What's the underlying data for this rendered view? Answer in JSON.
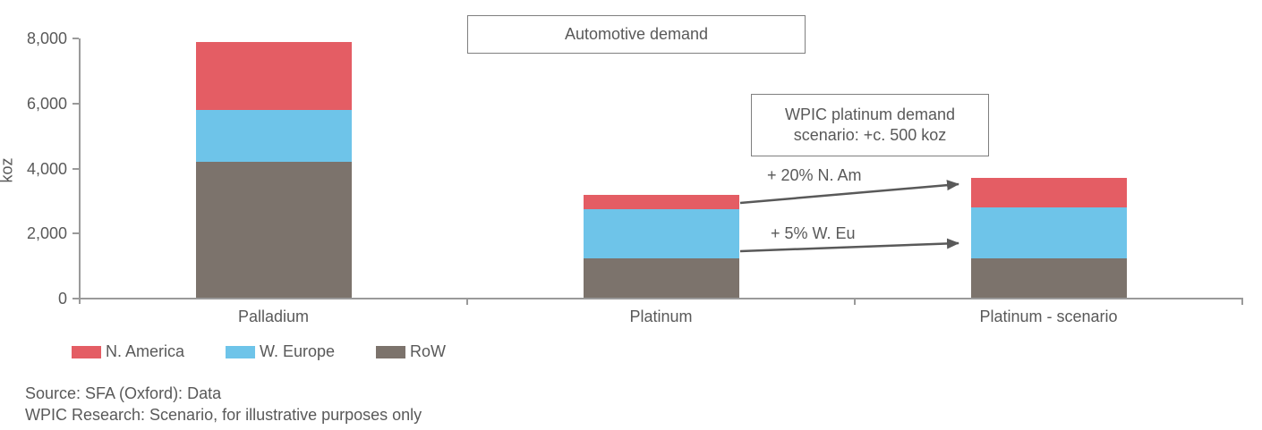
{
  "title_box": "Automotive demand",
  "ylabel": "koz",
  "callout_box": {
    "line1": "WPIC platinum demand",
    "line2": "scenario: +c. 500 koz"
  },
  "arrow_labels": {
    "n_america": "+ 20% N. Am",
    "w_europe": "+ 5% W. Eu"
  },
  "legend": [
    {
      "label": "N. America",
      "color": "#E45D64"
    },
    {
      "label": "W. Europe",
      "color": "#6EC4E9"
    },
    {
      "label": "RoW",
      "color": "#7C736C"
    }
  ],
  "source": {
    "line1": "Source: SFA (Oxford): Data",
    "line2": "WPIC Research: Scenario, for illustrative purposes only"
  },
  "colors": {
    "n_america": "#E45D64",
    "w_europe": "#6EC4E9",
    "row": "#7C736C",
    "text": "#595959",
    "axis": "#9a9a9a",
    "arrow": "#595959"
  },
  "chart_data": {
    "type": "bar",
    "stacked": true,
    "title": "Automotive demand",
    "ylabel": "koz",
    "ylim": [
      0,
      8000
    ],
    "yticks": [
      0,
      2000,
      4000,
      6000,
      8000
    ],
    "ytick_labels": [
      "0",
      "2,000",
      "4,000",
      "6,000",
      "8,000"
    ],
    "categories": [
      "Palladium",
      "Platinum",
      "Platinum - scenario"
    ],
    "series": [
      {
        "name": "RoW",
        "color": "#7C736C",
        "values": [
          4200,
          1250,
          1250
        ]
      },
      {
        "name": "W. Europe",
        "color": "#6EC4E9",
        "values": [
          1600,
          1500,
          1550
        ]
      },
      {
        "name": "N. America",
        "color": "#E45D64",
        "values": [
          2100,
          450,
          900
        ]
      }
    ],
    "totals": [
      7900,
      3200,
      3700
    ],
    "annotations": [
      "WPIC platinum demand scenario: +c. 500 koz",
      "+ 20% N. Am",
      "+ 5% W. Eu"
    ],
    "legend_position": "bottom",
    "grid": false
  }
}
